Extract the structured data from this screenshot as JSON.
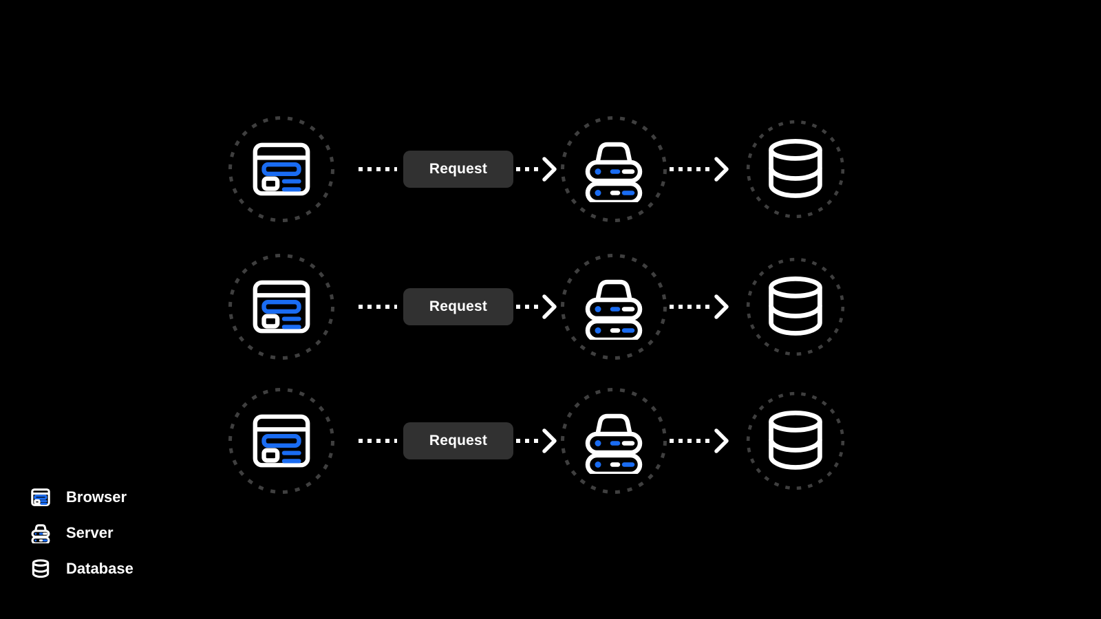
{
  "colors": {
    "background": "#000000",
    "accent_blue": "#1a6cf2",
    "icon_stroke": "#ffffff",
    "ring_dot": "#3f3f3f",
    "arrow": "#ffffff",
    "request_pill_bg": "#313131",
    "request_pill_text": "#ffffff",
    "legend_text": "#ffffff"
  },
  "diagram": {
    "rows": [
      {
        "source": "browser",
        "connector_label": "Request",
        "middle": "server",
        "target": "database"
      },
      {
        "source": "browser",
        "connector_label": "Request",
        "middle": "server",
        "target": "database"
      },
      {
        "source": "browser",
        "connector_label": "Request",
        "middle": "server",
        "target": "database"
      }
    ],
    "legend": {
      "items": [
        {
          "icon": "browser-icon",
          "label": "Browser"
        },
        {
          "icon": "server-icon",
          "label": "Server"
        },
        {
          "icon": "database-icon",
          "label": "Database"
        }
      ]
    }
  }
}
